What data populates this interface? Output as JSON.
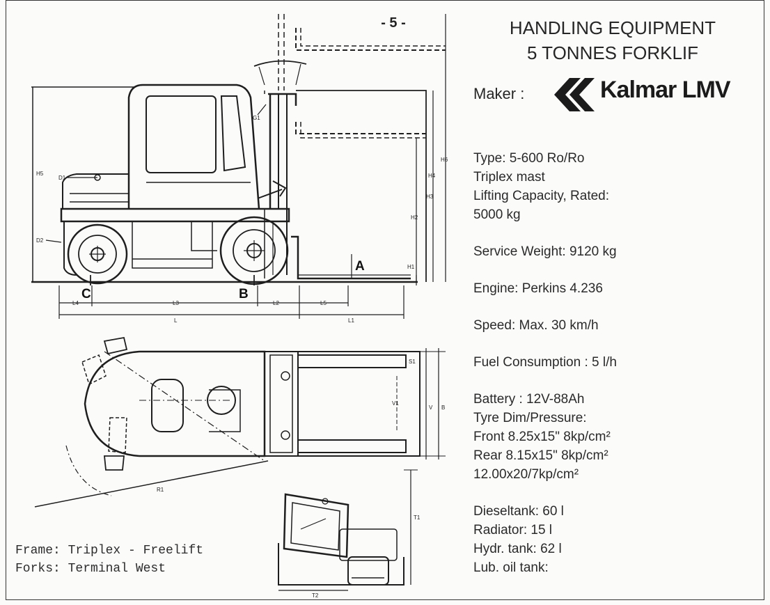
{
  "page_number": "- 5 -",
  "title": {
    "line1": "HANDLING EQUIPMENT",
    "line2": "5 TONNES FORKLIF"
  },
  "maker": {
    "label": "Maker :",
    "logo_text": "Kalmar LMV"
  },
  "specs": [
    "Type: 5-600 Ro/Ro",
    "Triplex mast",
    "Lifting Capacity, Rated:",
    "5000 kg",
    "",
    "Service Weight: 9120 kg",
    "",
    "Engine: Perkins 4.236",
    "",
    "Speed: Max. 30 km/h",
    "",
    "Fuel Consumption : 5 l/h",
    "",
    "Battery : 12V-88Ah",
    "Tyre Dim/Pressure:",
    "Front 8.25x15\" 8kp/cm²",
    "Rear 8.15x15\" 8kp/cm²",
    "12.00x20/7kp/cm²",
    "",
    "Dieseltank: 60 l",
    "Radiator: 15 l",
    "Hydr. tank: 62 l",
    "Lub. oil tank:"
  ],
  "notes": {
    "frame": "Frame: Triplex - Freelift",
    "forks": "Forks: Terminal West"
  },
  "diagram_labels": {
    "point_a": "A",
    "point_b": "B",
    "point_c": "C",
    "dim_l": "L",
    "dim_l1": "L1",
    "dim_l2": "L2",
    "dim_l3": "L3",
    "dim_l4": "L4",
    "dim_l5": "L5",
    "dim_h1": "H1",
    "dim_h2": "H2",
    "dim_h3": "H3",
    "dim_h4": "H4",
    "dim_h5": "H5",
    "dim_h6": "H6",
    "dim_d1": "D1",
    "dim_d2": "D2",
    "dim_g1": "G1",
    "dim_s1": "S1",
    "dim_v": "V",
    "dim_v1": "V1",
    "dim_b": "B",
    "dim_r1": "R1",
    "dim_t1": "T1",
    "dim_t2": "T2"
  }
}
